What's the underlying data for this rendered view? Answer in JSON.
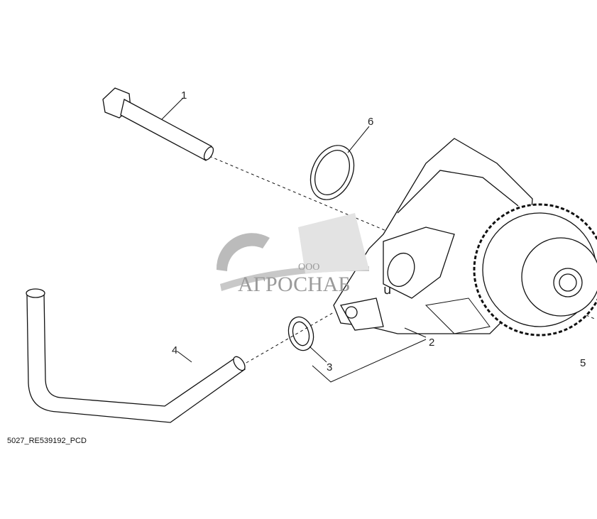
{
  "diagram": {
    "drawing_code": "5027_RE539192_PCD",
    "callouts": [
      "1",
      "2",
      "3",
      "4",
      "5",
      "6"
    ],
    "watermark": {
      "prefix": "ООО",
      "name": "АГРОСНАБ",
      "suffix": "u"
    },
    "line_color": "#111111",
    "watermark_color": "#9a9a9a"
  }
}
